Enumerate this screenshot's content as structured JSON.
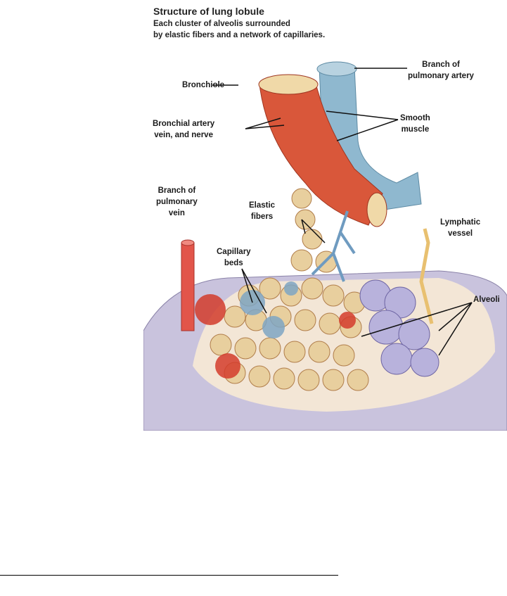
{
  "figure": {
    "title": "Structure of lung lobule",
    "subtitle_line1": "Each cluster of alveolis surrounded",
    "subtitle_line2": "by elastic fibers and a network of capillaries.",
    "labels": {
      "bronchiole": "Bronchiole",
      "pulmonary_artery_1": "Branch of",
      "pulmonary_artery_2": "pulmonary artery",
      "bronchial_1": "Bronchial artery",
      "bronchial_2": "vein, and nerve",
      "smooth_1": "Smooth",
      "smooth_2": "muscle",
      "pulmonary_vein_1": "Branch of",
      "pulmonary_vein_2": "pulmonary",
      "pulmonary_vein_3": "vein",
      "elastic_1": "Elastic",
      "elastic_2": "fibers",
      "lymph_1": "Lymphatic",
      "lymph_2": "vessel",
      "capillary_1": "Capillary",
      "capillary_2": "beds",
      "alveoli": "Alveoli"
    },
    "colors": {
      "artery": "#8fb8cf",
      "muscle": "#d9573a",
      "alveoli": "#e8cf9e",
      "vein": "#e2554a",
      "tissue": "#c9c3dd"
    }
  }
}
